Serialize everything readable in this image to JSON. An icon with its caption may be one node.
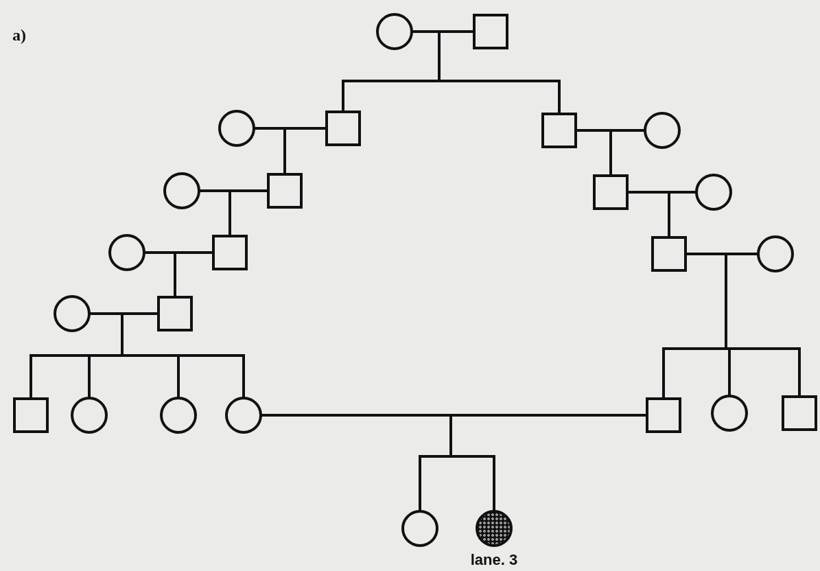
{
  "diagram": {
    "nodes": [
      {
        "text": [],
        "shape": "circle"
      },
      {
        "text": [],
        "shape": "box"
      },
      {
        "text": [],
        "shape": "circle"
      },
      {
        "text": [],
        "shape": "box"
      },
      {
        "text": [],
        "shape": "box"
      },
      {
        "text": [],
        "shape": "circle"
      },
      {
        "text": [],
        "shape": "circle"
      },
      {
        "text": [],
        "shape": "box"
      },
      {
        "text": [],
        "shape": "box"
      },
      {
        "text": [],
        "shape": "circle"
      },
      {
        "text": [],
        "shape": "circle"
      },
      {
        "text": [],
        "shape": "box"
      },
      {
        "text": [],
        "shape": "box"
      },
      {
        "text": [],
        "shape": "circle"
      },
      {
        "text": [],
        "shape": "circle"
      },
      {
        "text": [],
        "shape": "box"
      },
      {
        "text": [],
        "shape": "box"
      },
      {
        "text": [],
        "shape": "circle"
      },
      {
        "text": [],
        "shape": "circle"
      },
      {
        "text": [],
        "shape": "circle"
      },
      {
        "text": [],
        "shape": "box"
      },
      {
        "text": [],
        "shape": "circle"
      },
      {
        "text": [],
        "shape": "box"
      },
      {
        "text": [],
        "shape": "circle"
      },
      {
        "text": [],
        "shape": "circle",
        "beside": [
          "lane. 3"
        ]
      }
    ],
    "edges": [
      {
        "from": 0,
        "to": 1,
        "arrow": "none"
      },
      {
        "from": 2,
        "to": 3,
        "arrow": "none"
      },
      {
        "from": 4,
        "to": 5,
        "arrow": "none"
      },
      {
        "from": 6,
        "to": 7,
        "arrow": "none"
      },
      {
        "from": 8,
        "to": 9,
        "arrow": "none"
      },
      {
        "from": 10,
        "to": 11,
        "arrow": "none"
      },
      {
        "from": 12,
        "to": 13,
        "arrow": "none"
      },
      {
        "from": 14,
        "to": 15,
        "arrow": "none"
      },
      {
        "from": 19,
        "to": 20,
        "arrow": "none"
      },
      {
        "from": 0,
        "to": 3,
        "arrow": "none"
      },
      {
        "from": 1,
        "to": 3,
        "arrow": "none"
      },
      {
        "from": 0,
        "to": 4,
        "arrow": "none"
      },
      {
        "from": 1,
        "to": 4,
        "arrow": "none"
      },
      {
        "from": 2,
        "to": 7,
        "arrow": "none"
      },
      {
        "from": 3,
        "to": 7,
        "arrow": "none"
      },
      {
        "from": 4,
        "to": 8,
        "arrow": "none"
      },
      {
        "from": 5,
        "to": 8,
        "arrow": "none"
      },
      {
        "from": 6,
        "to": 11,
        "arrow": "none"
      },
      {
        "from": 7,
        "to": 11,
        "arrow": "none"
      },
      {
        "from": 8,
        "to": 12,
        "arrow": "none"
      },
      {
        "from": 9,
        "to": 12,
        "arrow": "none"
      },
      {
        "from": 10,
        "to": 15,
        "arrow": "none"
      },
      {
        "from": 11,
        "to": 15,
        "arrow": "none"
      },
      {
        "from": 12,
        "to": 20,
        "arrow": "none"
      },
      {
        "from": 13,
        "to": 20,
        "arrow": "none"
      },
      {
        "from": 12,
        "to": 21,
        "arrow": "none"
      },
      {
        "from": 13,
        "to": 21,
        "arrow": "none"
      },
      {
        "from": 12,
        "to": 22,
        "arrow": "none"
      },
      {
        "from": 13,
        "to": 22,
        "arrow": "none"
      },
      {
        "from": 14,
        "to": 16,
        "arrow": "none"
      },
      {
        "from": 15,
        "to": 16,
        "arrow": "none"
      },
      {
        "from": 14,
        "to": 17,
        "arrow": "none"
      },
      {
        "from": 15,
        "to": 17,
        "arrow": "none"
      },
      {
        "from": 14,
        "to": 18,
        "arrow": "none"
      },
      {
        "from": 15,
        "to": 18,
        "arrow": "none"
      },
      {
        "from": 14,
        "to": 19,
        "arrow": "none"
      },
      {
        "from": 15,
        "to": 19,
        "arrow": "none"
      },
      {
        "from": 19,
        "to": 23,
        "arrow": "none"
      },
      {
        "from": 20,
        "to": 23,
        "arrow": "none"
      },
      {
        "from": 19,
        "to": 24,
        "arrow": "none"
      },
      {
        "from": 20,
        "to": 24,
        "arrow": "none"
      }
    ],
    "labels": [
      "a)"
    ]
  }
}
